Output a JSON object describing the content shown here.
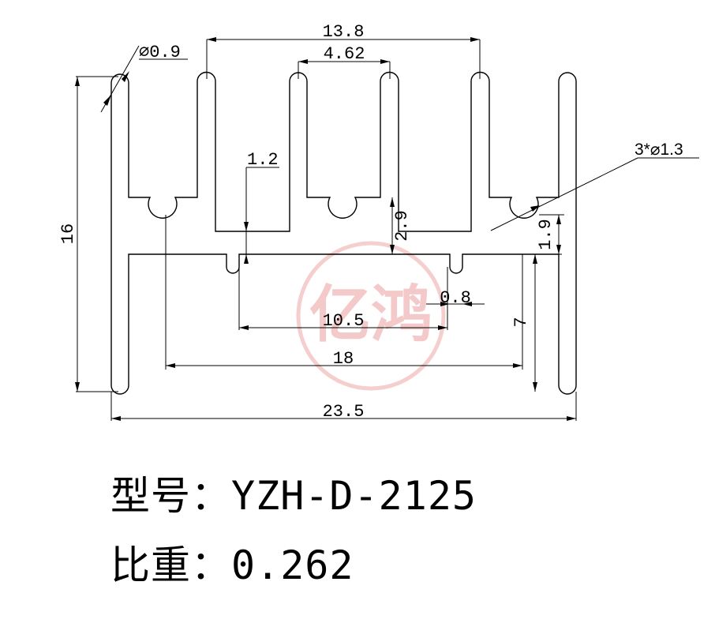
{
  "drawing": {
    "dimensions": {
      "overall_width": "23.5",
      "overall_height": "16",
      "fin_span": "13.8",
      "fin_gap": "4.62",
      "fin_tip_dia": "⌀0.9",
      "hole_callout": "3*⌀1.3",
      "fin_root_thk": "1.2",
      "slot_depth": "2.9",
      "step_height": "1.9",
      "groove_width": "0.8",
      "channel_width": "10.5",
      "hole_span": "18",
      "leg_height": "7"
    },
    "watermark": {
      "text": "亿鸿",
      "color": "#f3c4c4"
    }
  },
  "caption": {
    "model_label": "型号：",
    "model_value": "YZH-D-2125",
    "weight_label": "比重：",
    "weight_value": "0.262"
  }
}
